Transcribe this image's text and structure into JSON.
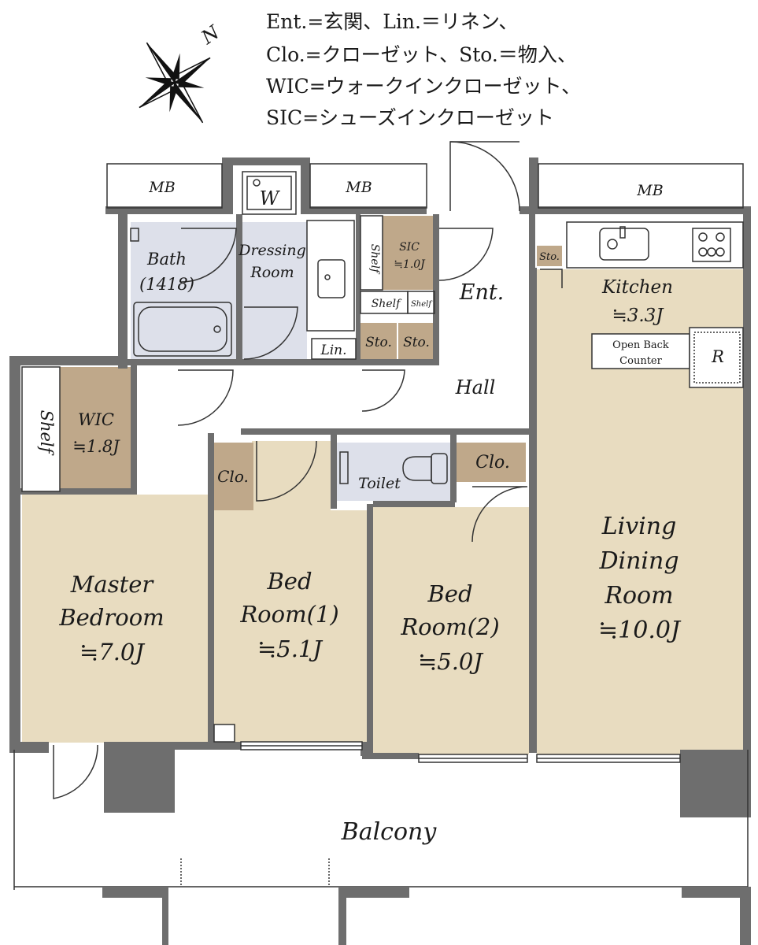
{
  "legend": {
    "lines": [
      "Ent.=玄関、Lin.＝リネン、",
      "Clo.=クローゼット、Sto.＝物入、",
      "WIC=ウォークインクローゼット、",
      "SIC=シューズインクローゼット"
    ]
  },
  "compass": {
    "north_label": "N"
  },
  "labels": {
    "mb_left": "MB",
    "mb_center": "MB",
    "mb_right": "MB",
    "w": "W",
    "bath": "Bath",
    "bath_size": "(1418)",
    "dressing_1": "Dressing",
    "dressing_2": "Room",
    "lin": "Lin.",
    "shelf_sic": "Shelf",
    "sic": "SIC",
    "sic_size": "≒1.0J",
    "shelf_small": "Shelf",
    "shelf_tiny": "Shelf",
    "sto_1": "Sto.",
    "sto_2": "Sto.",
    "sto_kitchen": "Sto.",
    "ent": "Ent.",
    "hall": "Hall",
    "kitchen": "Kitchen",
    "kitchen_size": "≒3.3J",
    "counter_1": "Open Back",
    "counter_2": "Counter",
    "fridge": "R",
    "shelf_wic": "Shelf",
    "wic": "WIC",
    "wic_size": "≒1.8J",
    "clo_1": "Clo.",
    "toilet": "Toilet",
    "clo_2": "Clo.",
    "master_1": "Master",
    "master_2": "Bedroom",
    "master_size": "≒7.0J",
    "bed1_1": "Bed",
    "bed1_2": "Room(1)",
    "bed1_size": "≒5.1J",
    "bed2_1": "Bed",
    "bed2_2": "Room(2)",
    "bed2_size": "≒5.0J",
    "ldk_1": "Living",
    "ldk_2": "Dining",
    "ldk_3": "Room",
    "ldk_size": "≒10.0J",
    "balcony": "Balcony"
  },
  "colors": {
    "floor_room": "#e8dcc0",
    "floor_wet": "#dde0ea",
    "floor_storage": "#bfa88a",
    "floor_white": "#ffffff",
    "wall": "#6e6e6e",
    "line": "#333333"
  }
}
